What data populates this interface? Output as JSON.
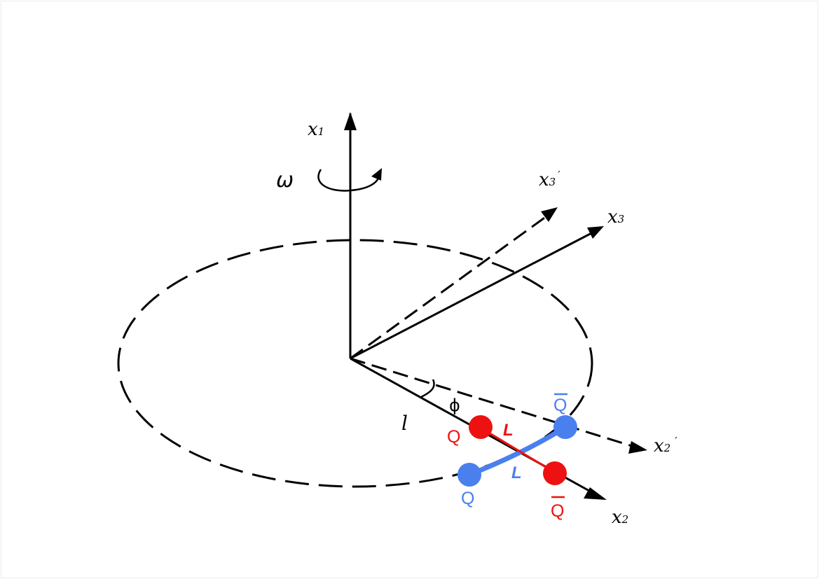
{
  "diagram": {
    "axes": {
      "x1": {
        "base": "x",
        "sub": "1"
      },
      "x2": {
        "base": "x",
        "sub": "2"
      },
      "x3": {
        "base": "x",
        "sub": "3"
      },
      "x2_prime": {
        "base": "x",
        "sub": "2",
        "prime": "′"
      },
      "x3_prime": {
        "base": "x",
        "sub": "3",
        "prime": "′"
      }
    },
    "omega_label": "ω",
    "phi_label": "ϕ",
    "radius_label": "l",
    "pair_red": {
      "quark": "Q",
      "antiquark": "Q",
      "length_label": "L"
    },
    "pair_blue": {
      "quark": "Q",
      "antiquark": "Q",
      "length_label": "L"
    },
    "colors": {
      "red": "#ee1111",
      "blue": "#4a7fee",
      "black": "#000000"
    }
  }
}
